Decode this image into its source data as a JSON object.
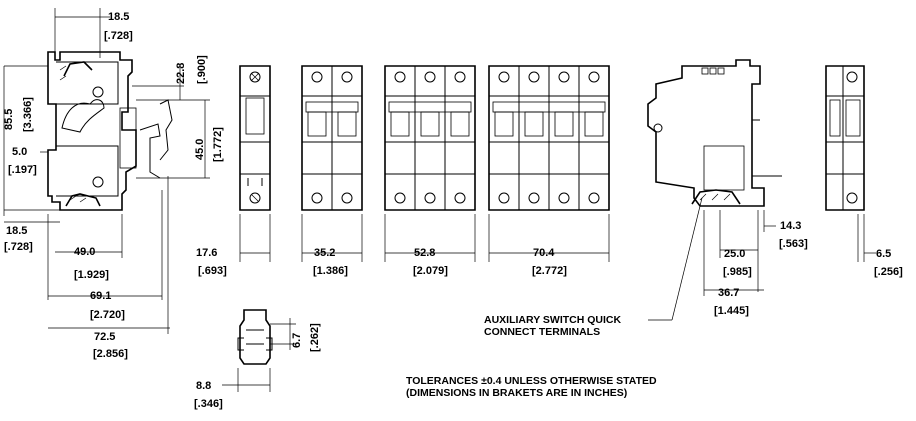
{
  "dimensions": {
    "top_width": {
      "mm": "18.5",
      "in": "[.728]"
    },
    "height": {
      "mm": "85.5",
      "in": "[3.366]"
    },
    "offset_top": {
      "mm": "22.8",
      "in": "[.900]"
    },
    "rail": {
      "mm": "45.0",
      "in": "[1.772]"
    },
    "clip": {
      "mm": "5.0",
      "in": "[.197]"
    },
    "bottom_offset": {
      "mm": "18.5",
      "in": "[.728]"
    },
    "depth1": {
      "mm": "49.0",
      "in": "[1.929]"
    },
    "depth2": {
      "mm": "69.1",
      "in": "[2.720]"
    },
    "depth3": {
      "mm": "72.5",
      "in": "[2.856]"
    },
    "w1": {
      "mm": "17.6",
      "in": "[.693]"
    },
    "w2": {
      "mm": "35.2",
      "in": "[1.386]"
    },
    "w3": {
      "mm": "52.8",
      "in": "[2.079]"
    },
    "w4": {
      "mm": "70.4",
      "in": "[2.772]"
    },
    "aux_a": {
      "mm": "14.3",
      "in": "[.563]"
    },
    "aux_b": {
      "mm": "25.0",
      "in": "[.985]"
    },
    "aux_c": {
      "mm": "36.7",
      "in": "[1.445]"
    },
    "side_w": {
      "mm": "6.5",
      "in": "[.256]"
    },
    "term_h": {
      "mm": "6.7",
      "in": "[.262]"
    },
    "term_w": {
      "mm": "8.8",
      "in": "[.346]"
    }
  },
  "notes": {
    "aux_line1": "AUXILIARY SWITCH QUICK",
    "aux_line2": "CONNECT TERMINALS",
    "tol_line1": "TOLERANCES ±0.4 UNLESS OTHERWISE STATED",
    "tol_line2": "(DIMENSIONS IN BRAKETS ARE IN INCHES)"
  }
}
